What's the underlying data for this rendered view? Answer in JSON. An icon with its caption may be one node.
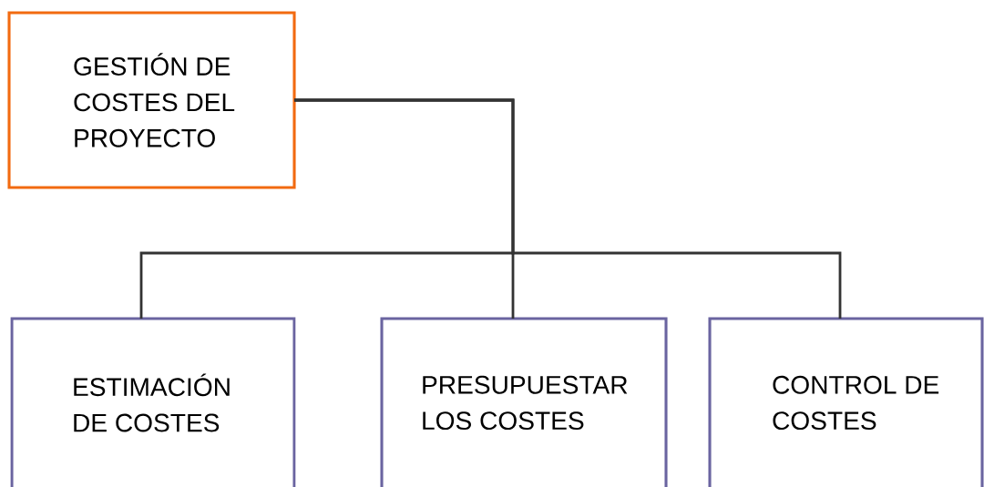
{
  "diagram": {
    "nodes": [
      {
        "text": [
          "GESTIÓN DE COSTES DEL PROYECTO"
        ]
      },
      {
        "text": [
          "ESTIMACIÓN DE COSTES"
        ]
      },
      {
        "text": [
          "PRESUPUESTAR LOS COSTES"
        ]
      },
      {
        "text": [
          "CONTROL DE COSTES"
        ]
      }
    ],
    "edges": [
      {
        "from": 0,
        "to": 1,
        "arrow": "none"
      },
      {
        "from": 0,
        "to": 2,
        "arrow": "none"
      },
      {
        "from": 0,
        "to": 3,
        "arrow": "none"
      }
    ]
  }
}
